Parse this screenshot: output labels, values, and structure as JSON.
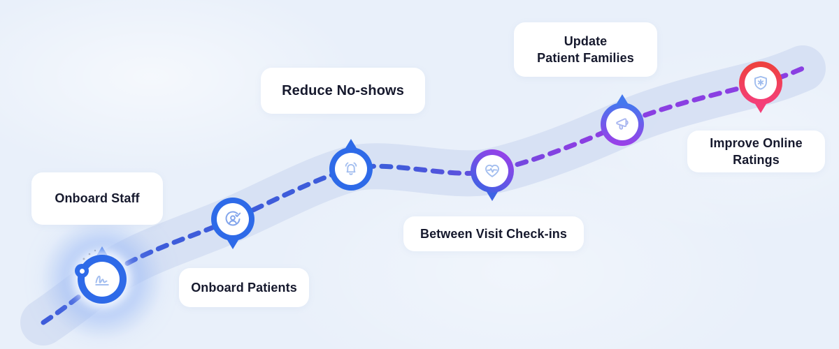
{
  "diagram": {
    "type": "journey-roadmap",
    "background_color": "#E9F0FA",
    "path": {
      "band_color": "#D5DFF3",
      "dash_color_start": "#3E5CDA",
      "dash_color_end": "#8A3FE2",
      "style": "dashed"
    },
    "colors": {
      "ring_blue": "#2E6AE8",
      "ring_purple": "#9B3FE8",
      "ring_red": "#EE4141",
      "ring_pink": "#F43F78",
      "icon_stroke": "#A3BEEF",
      "label_text": "#16192D",
      "card_background": "#FFFFFF"
    },
    "milestones": [
      {
        "label": "Onboard Staff",
        "icon": "signature-icon",
        "ring": "blue",
        "tip": "up",
        "status": "current"
      },
      {
        "label": "Onboard Patients",
        "icon": "user-check-icon",
        "ring": "blue",
        "tip": "down",
        "status": "upcoming"
      },
      {
        "label": "Reduce No-shows",
        "icon": "bell-icon",
        "ring": "blue",
        "tip": "up",
        "status": "upcoming"
      },
      {
        "label": "Between Visit Check-ins",
        "icon": "heart-pulse-icon",
        "ring": "purple-blue",
        "tip": "down",
        "status": "upcoming"
      },
      {
        "label": "Update\nPatient Families",
        "icon": "megaphone-icon",
        "ring": "blue-purple",
        "tip": "up",
        "status": "upcoming"
      },
      {
        "label": "Improve Online\nRatings",
        "icon": "shield-star-icon",
        "ring": "red-pink",
        "tip": "down",
        "status": "upcoming"
      }
    ]
  }
}
